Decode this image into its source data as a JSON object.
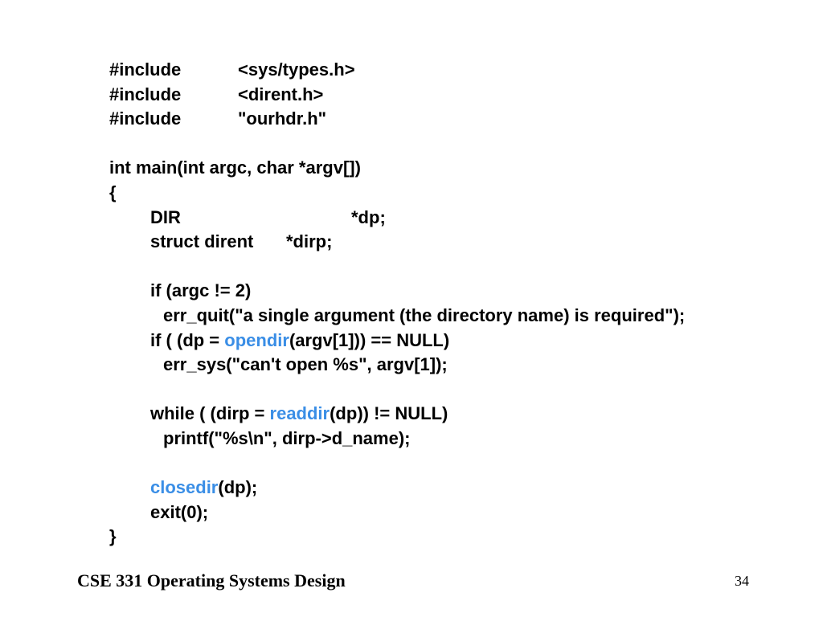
{
  "code": {
    "include1_kw": "#include",
    "include1_hdr": "<sys/types.h>",
    "include2_kw": "#include",
    "include2_hdr": "<dirent.h>",
    "include3_kw": "#include",
    "include3_hdr": "\"ourhdr.h\"",
    "main_sig": "int main(int argc, char *argv[])",
    "open_brace": "{",
    "decl1_type": "DIR",
    "decl1_var": "*dp;",
    "decl2_type": "struct dirent",
    "decl2_var": "*dirp;",
    "if1": "if (argc != 2)",
    "err_quit": "err_quit(\"a single argument (the directory name) is required\");",
    "if2_pre": "if ( (dp = ",
    "if2_fn": "opendir",
    "if2_post": "(argv[1])) == NULL)",
    "err_sys": "err_sys(\"can't open %s\", argv[1]);",
    "while_pre": "while ( (dirp = ",
    "while_fn": "readdir",
    "while_post": "(dp)) != NULL)",
    "printf": "printf(\"%s\\n\", dirp->d_name);",
    "close_fn": "closedir",
    "close_post": "(dp);",
    "exit": "exit(0);",
    "close_brace": "}"
  },
  "footer": {
    "title": "CSE 331 Operating Systems Design",
    "page_number": "34"
  },
  "colors": {
    "highlight": "#3a8ee6",
    "text": "#000000",
    "background": "#ffffff"
  }
}
